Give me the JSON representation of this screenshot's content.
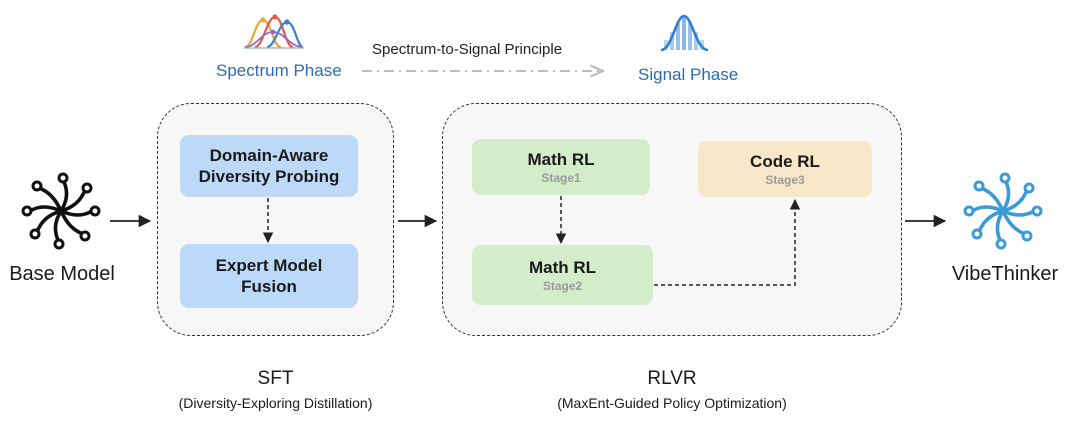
{
  "header": {
    "spectrum_phase": "Spectrum Phase",
    "principle": "Spectrum-to-Signal Principle",
    "signal_phase": "Signal Phase"
  },
  "models": {
    "base": "Base Model",
    "output": "VibeThinker"
  },
  "sft": {
    "box1_line1": "Domain-Aware",
    "box1_line2": "Diversity Probing",
    "box2_line1": "Expert Model",
    "box2_line2": "Fusion",
    "caption": "SFT",
    "subcaption": "(Diversity-Exploring Distillation)"
  },
  "rlvr": {
    "stage1_title": "Math RL",
    "stage1_sub": "Stage1",
    "stage2_title": "Math RL",
    "stage2_sub": "Stage2",
    "stage3_title": "Code RL",
    "stage3_sub": "Stage3",
    "caption": "RLVR",
    "subcaption": "(MaxEnt-Guided Policy Optimization)"
  },
  "colors": {
    "blue_box": "#bcdaf7",
    "green_box": "#d3ecc9",
    "orange_box": "#f8e7c8",
    "phase_text": "#2d6cb3",
    "output_icon": "#3b9bd9",
    "base_icon": "#111111"
  },
  "icons": {
    "spectrum": "spectrum-curves-icon",
    "signal": "bell-curve-icon",
    "base_model": "neural-swirl-icon",
    "output_model": "neural-swirl-icon"
  }
}
